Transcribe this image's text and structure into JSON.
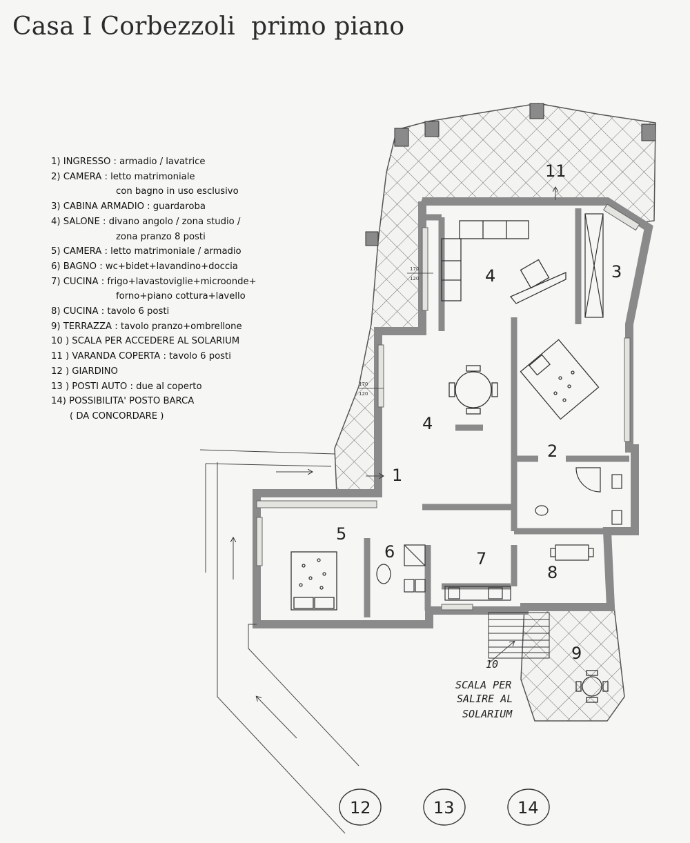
{
  "title": "Casa I Corbezzoli  primo piano",
  "legend": [
    {
      "text": "1) INGRESSO : armadio / lavatrice",
      "indent": 0
    },
    {
      "text": "2) CAMERA : letto matrimoniale",
      "indent": 0
    },
    {
      "text": "con bagno in uso esclusivo",
      "indent": 1
    },
    {
      "text": "3) CABINA ARMADIO : guardaroba",
      "indent": 0
    },
    {
      "text": "4) SALONE : divano angolo / zona studio /",
      "indent": 0
    },
    {
      "text": "zona pranzo 8 posti",
      "indent": 1
    },
    {
      "text": "5) CAMERA : letto matrimoniale / armadio",
      "indent": 0
    },
    {
      "text": "6) BAGNO : wc+bidet+lavandino+doccia",
      "indent": 0
    },
    {
      "text": "7) CUCINA : frigo+lavastoviglie+microonde+",
      "indent": 0
    },
    {
      "text": "forno+piano cottura+lavello",
      "indent": 1
    },
    {
      "text": "8) CUCINA : tavolo 6 posti",
      "indent": 0
    },
    {
      "text": "9) TERRAZZA : tavolo pranzo+ombrellone",
      "indent": 0
    },
    {
      "text": "10 ) SCALA PER ACCEDERE AL SOLARIUM",
      "indent": 0
    },
    {
      "text": "11 ) VARANDA COPERTA : tavolo 6 posti",
      "indent": 0
    },
    {
      "text": "12 ) GIARDINO",
      "indent": 0
    },
    {
      "text": "13 ) POSTI AUTO : due al coperto",
      "indent": 0
    },
    {
      "text": "14) POSSIBILITA' POSTO BARCA",
      "indent": 0
    },
    {
      "text": "( DA CONCORDARE )",
      "indent": 2
    }
  ],
  "rooms": {
    "r1": "1",
    "r2": "2",
    "r3": "3",
    "r4a": "4",
    "r4b": "4",
    "r5": "5",
    "r6": "6",
    "r7": "7",
    "r8": "8",
    "r9": "9",
    "r11": "11"
  },
  "dims": {
    "d1_top": "170",
    "d1_bottom": "120",
    "d2_top": "170",
    "d2_bottom": "120"
  },
  "stair": {
    "number": "10",
    "note_lines": [
      "SCALA PER",
      "SALIRE AL",
      "SOLARIUM"
    ]
  },
  "circled": [
    "12",
    "13",
    "14"
  ],
  "colors": {
    "wall": "#8a8a8a",
    "hatch": "#6a6a6a",
    "ink": "#222222",
    "paper": "#f6f6f4"
  }
}
